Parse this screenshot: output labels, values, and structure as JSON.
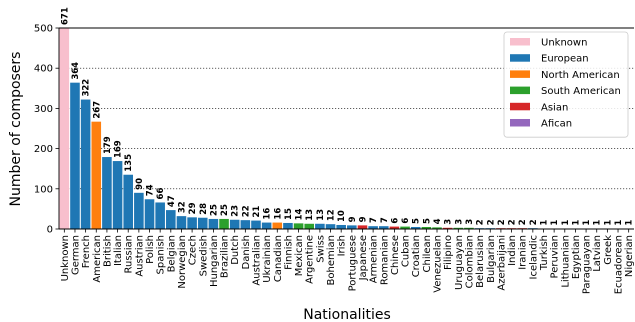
{
  "chart_data": {
    "type": "bar",
    "xlabel": "Nationalities",
    "ylabel": "Number of composers",
    "ylim": [
      0,
      500
    ],
    "yticks": [
      0,
      100,
      200,
      300,
      400,
      500
    ],
    "grid": "horizontal dotted",
    "legend_position": "top-right",
    "colors": {
      "Unknown": "#f8bfcd",
      "European": "#1f77b4",
      "North American": "#ff7f0e",
      "South American": "#2ca02c",
      "Asian": "#d62728",
      "Afican": "#9467bd"
    },
    "legend": [
      "Unknown",
      "European",
      "North American",
      "South American",
      "Asian",
      "Afican"
    ],
    "bars": [
      {
        "label": "Unknown",
        "value": 671,
        "group": "Unknown"
      },
      {
        "label": "German",
        "value": 364,
        "group": "European"
      },
      {
        "label": "French",
        "value": 322,
        "group": "European"
      },
      {
        "label": "American",
        "value": 267,
        "group": "North American"
      },
      {
        "label": "British",
        "value": 179,
        "group": "European"
      },
      {
        "label": "Italian",
        "value": 169,
        "group": "European"
      },
      {
        "label": "Russian",
        "value": 135,
        "group": "European"
      },
      {
        "label": "Austrian",
        "value": 90,
        "group": "European"
      },
      {
        "label": "Polish",
        "value": 74,
        "group": "European"
      },
      {
        "label": "Spanish",
        "value": 66,
        "group": "European"
      },
      {
        "label": "Belgian",
        "value": 47,
        "group": "European"
      },
      {
        "label": "Norwegian",
        "value": 32,
        "group": "European"
      },
      {
        "label": "Czech",
        "value": 29,
        "group": "European"
      },
      {
        "label": "Swedish",
        "value": 28,
        "group": "European"
      },
      {
        "label": "Hungarian",
        "value": 25,
        "group": "European"
      },
      {
        "label": "Brazilian",
        "value": 25,
        "group": "South American"
      },
      {
        "label": "Dutch",
        "value": 23,
        "group": "European"
      },
      {
        "label": "Danish",
        "value": 22,
        "group": "European"
      },
      {
        "label": "Australian",
        "value": 21,
        "group": "European"
      },
      {
        "label": "Ukrainian",
        "value": 16,
        "group": "European"
      },
      {
        "label": "Canadian",
        "value": 16,
        "group": "North American"
      },
      {
        "label": "Finnish",
        "value": 15,
        "group": "European"
      },
      {
        "label": "Mexican",
        "value": 14,
        "group": "South American"
      },
      {
        "label": "Argentine",
        "value": 13,
        "group": "South American"
      },
      {
        "label": "Swiss",
        "value": 13,
        "group": "European"
      },
      {
        "label": "Bohemian",
        "value": 12,
        "group": "European"
      },
      {
        "label": "Irish",
        "value": 10,
        "group": "European"
      },
      {
        "label": "Portuguese",
        "value": 9,
        "group": "European"
      },
      {
        "label": "Japanese",
        "value": 9,
        "group": "Asian"
      },
      {
        "label": "Armenian",
        "value": 7,
        "group": "European"
      },
      {
        "label": "Romanian",
        "value": 7,
        "group": "European"
      },
      {
        "label": "Chinese",
        "value": 6,
        "group": "Asian"
      },
      {
        "label": "Cuban",
        "value": 6,
        "group": "South American"
      },
      {
        "label": "Croatian",
        "value": 5,
        "group": "European"
      },
      {
        "label": "Chilean",
        "value": 5,
        "group": "South American"
      },
      {
        "label": "Venezuelan",
        "value": 4,
        "group": "South American"
      },
      {
        "label": "Filipino",
        "value": 3,
        "group": "Asian"
      },
      {
        "label": "Uruguayan",
        "value": 3,
        "group": "South American"
      },
      {
        "label": "Colombian",
        "value": 3,
        "group": "South American"
      },
      {
        "label": "Belarusian",
        "value": 2,
        "group": "European"
      },
      {
        "label": "Bulgarian",
        "value": 2,
        "group": "European"
      },
      {
        "label": "Azerbaijani",
        "value": 2,
        "group": "Asian"
      },
      {
        "label": "Indian",
        "value": 2,
        "group": "Asian"
      },
      {
        "label": "Iranian",
        "value": 2,
        "group": "Asian"
      },
      {
        "label": "Icelandic",
        "value": 2,
        "group": "European"
      },
      {
        "label": "Turkish",
        "value": 1,
        "group": "European"
      },
      {
        "label": "Peruvian",
        "value": 1,
        "group": "South American"
      },
      {
        "label": "Lithuanian",
        "value": 1,
        "group": "European"
      },
      {
        "label": "Egyptian",
        "value": 1,
        "group": "Afican"
      },
      {
        "label": "Paraguayan",
        "value": 1,
        "group": "South American"
      },
      {
        "label": "Latvian",
        "value": 1,
        "group": "European"
      },
      {
        "label": "Greek",
        "value": 1,
        "group": "European"
      },
      {
        "label": "Ecuadorean",
        "value": 1,
        "group": "South American"
      },
      {
        "label": "Nigerian",
        "value": 1,
        "group": "Afican"
      }
    ]
  }
}
